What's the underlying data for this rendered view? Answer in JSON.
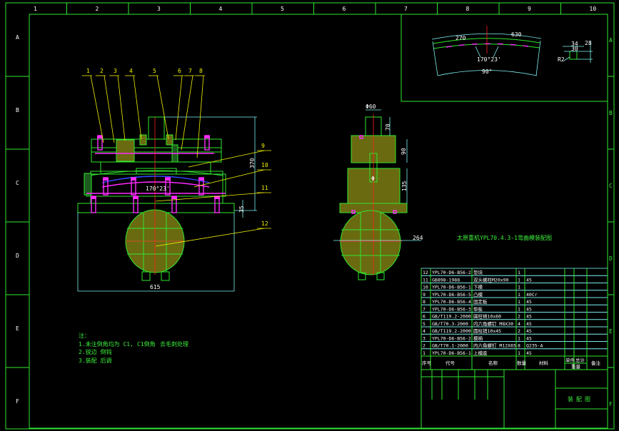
{
  "colors": {
    "background": "#000000",
    "frame": "#2fe82f",
    "dimension": "#7ff3f3",
    "leader": "#f2f200",
    "bolt": "#ff2bff",
    "centerline": "#ff2020"
  },
  "border": {
    "columns": [
      "1",
      "2",
      "3",
      "4",
      "5",
      "6",
      "7",
      "8",
      "9",
      "10"
    ],
    "rows": [
      "A",
      "B",
      "C",
      "D",
      "E",
      "F"
    ]
  },
  "front_view": {
    "leaders": [
      "1",
      "2",
      "3",
      "4",
      "5",
      "6",
      "7",
      "8"
    ],
    "side_leaders": [
      "9",
      "10",
      "11",
      "12"
    ],
    "dims": {
      "height": "370",
      "base": "35",
      "width": "615",
      "angle": "170°23'"
    }
  },
  "side_view": {
    "dims": {
      "shank": "Φ60",
      "shank_h": "70",
      "upper": "90",
      "middle": "135",
      "right": "264",
      "hole": "Φ"
    }
  },
  "detail": {
    "dims": {
      "left": "270",
      "right": "630",
      "angle": "170°23'",
      "bottom": "90°",
      "w1": "34",
      "w2": "30",
      "h": "28",
      "radius": "R2"
    }
  },
  "notes": {
    "heading": "注：",
    "lines": [
      "1.未注倒角均为 C1,",
      "2.锐边 倒钝",
      "3.装配 后调"
    ],
    "extra": [
      "C1倒角",
      "去毛刺处理"
    ]
  },
  "drawing_title": "太原重机YPL70.4.3-1弯曲模装配图",
  "parts_table": {
    "rows": [
      {
        "no": "12",
        "code": "YPL70-D6-B56-2",
        "name": "垫块",
        "qty": "1",
        "material": ""
      },
      {
        "no": "11",
        "code": "GB898-1988",
        "name": "双头螺柱M20x90",
        "qty": "1",
        "material": "45"
      },
      {
        "no": "10",
        "code": "YPL70-D6-B56-1",
        "name": "下模",
        "qty": "1",
        "material": ""
      },
      {
        "no": "9",
        "code": "YPL70-D6-B56-5",
        "name": "凸模",
        "qty": "1",
        "material": "40Cr"
      },
      {
        "no": "8",
        "code": "YPL70-D6-B56-4",
        "name": "固定板",
        "qty": "1",
        "material": "45"
      },
      {
        "no": "7",
        "code": "YPL70-D6-B56-3",
        "name": "垫板",
        "qty": "1",
        "material": "45"
      },
      {
        "no": "6",
        "code": "GB/T119.2-2000",
        "name": "圆柱销10x60",
        "qty": "2",
        "material": "45"
      },
      {
        "no": "5",
        "code": "GB/T70.3-2000",
        "name": "内六角螺钉 M8X30",
        "qty": "4",
        "material": "45"
      },
      {
        "no": "4",
        "code": "GB/T119.2-2000",
        "name": "圆柱销10x45",
        "qty": "2",
        "material": "45"
      },
      {
        "no": "3",
        "code": "YPL70-D6-B56-2",
        "name": "模柄",
        "qty": "1",
        "material": "45"
      },
      {
        "no": "2",
        "code": "GB/T70.1-2000",
        "name": "内六角螺钉 M12X65",
        "qty": "8",
        "material": "Q235-A"
      },
      {
        "no": "1",
        "code": "YPL70-D6-B56-1",
        "name": "上模座",
        "qty": "1",
        "material": "45"
      }
    ],
    "header": {
      "no": "序号",
      "code": "代号",
      "name": "名称",
      "qty": "数量",
      "material": "材料",
      "single": "单件",
      "total": "总计",
      "weight": "重量",
      "remark": "备注"
    }
  },
  "title_block": {
    "name": "装配图"
  }
}
